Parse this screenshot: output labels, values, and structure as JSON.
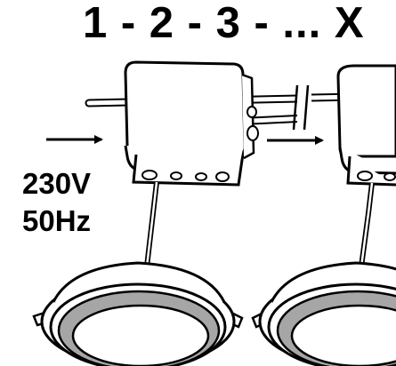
{
  "header": {
    "sequence_label": "1 - 2 - 3 - ... X"
  },
  "supply": {
    "voltage": "230V",
    "frequency": "50Hz"
  },
  "icons": {
    "input_arrow": "arrow-right-icon",
    "link_arrow": "arrow-right-icon",
    "cable_break": "break-symbol-icon"
  }
}
